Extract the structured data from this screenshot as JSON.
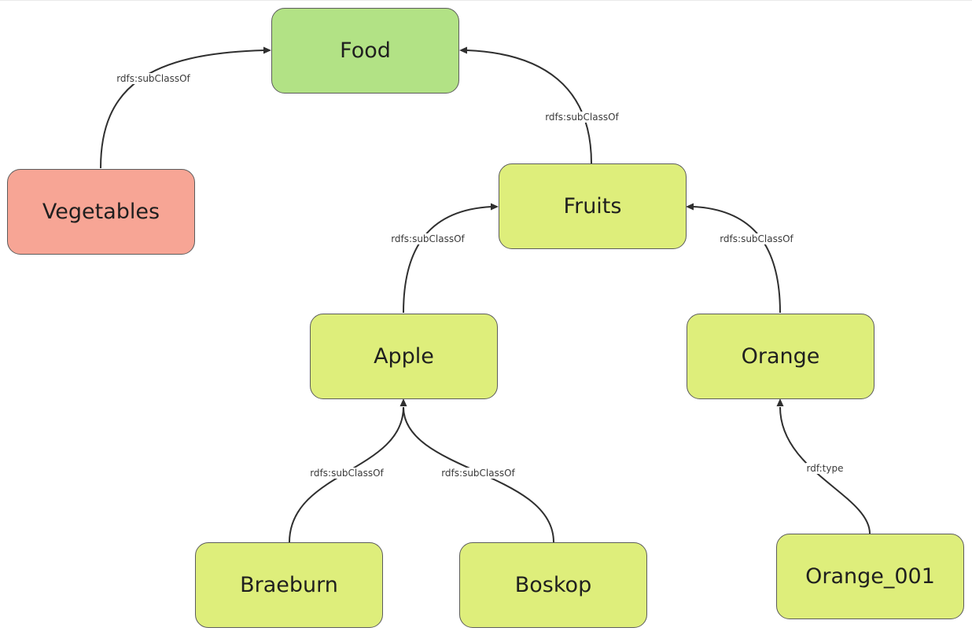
{
  "diagram": {
    "nodes": {
      "food": {
        "label": "Food",
        "color": "#b2e285"
      },
      "vegetables": {
        "label": "Vegetables",
        "color": "#f7a595"
      },
      "fruits": {
        "label": "Fruits",
        "color": "#deee7b"
      },
      "apple": {
        "label": "Apple",
        "color": "#deee7b"
      },
      "orange": {
        "label": "Orange",
        "color": "#deee7b"
      },
      "braeburn": {
        "label": "Braeburn",
        "color": "#deee7b"
      },
      "boskop": {
        "label": "Boskop",
        "color": "#deee7b"
      },
      "orange_001": {
        "label": "Orange_001",
        "color": "#deee7b"
      }
    },
    "edges": {
      "vegetables_food": {
        "from": "vegetables",
        "to": "food",
        "label": "rdfs:subClassOf"
      },
      "fruits_food": {
        "from": "fruits",
        "to": "food",
        "label": "rdfs:subClassOf"
      },
      "apple_fruits": {
        "from": "apple",
        "to": "fruits",
        "label": "rdfs:subClassOf"
      },
      "orange_fruits": {
        "from": "orange",
        "to": "fruits",
        "label": "rdfs:subClassOf"
      },
      "braeburn_apple": {
        "from": "braeburn",
        "to": "apple",
        "label": "rdfs:subClassOf"
      },
      "boskop_apple": {
        "from": "boskop",
        "to": "apple",
        "label": "rdfs:subClassOf"
      },
      "orange001_orange": {
        "from": "orange_001",
        "to": "orange",
        "label": "rdf:type"
      }
    }
  }
}
